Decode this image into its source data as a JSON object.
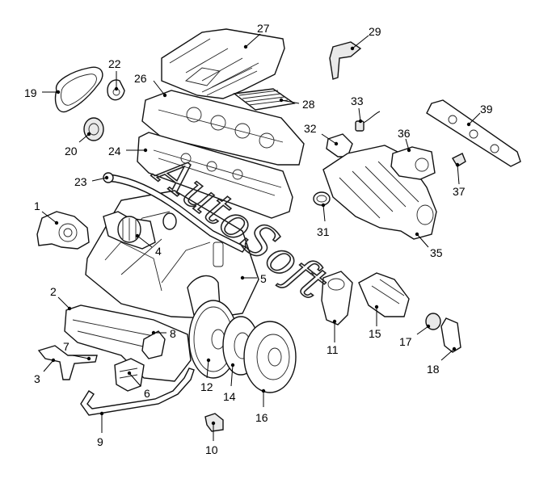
{
  "diagram": {
    "callouts": {
      "c1": "1",
      "c2": "2",
      "c3": "3",
      "c4": "4",
      "c5": "5",
      "c6": "6",
      "c7": "7",
      "c8": "8",
      "c9": "9",
      "c10": "10",
      "c11": "11",
      "c12": "12",
      "c14": "14",
      "c15": "15",
      "c16": "16",
      "c17": "17",
      "c18": "18",
      "c19": "19",
      "c20": "20",
      "c22": "22",
      "c23": "23",
      "c24": "24",
      "c26": "26",
      "c27": "27",
      "c28": "28",
      "c29": "29",
      "c31": "31",
      "c32": "32",
      "c33": "33",
      "c35": "35",
      "c36": "36",
      "c37": "37",
      "c39": "39"
    },
    "watermark": "AutoSoft"
  }
}
